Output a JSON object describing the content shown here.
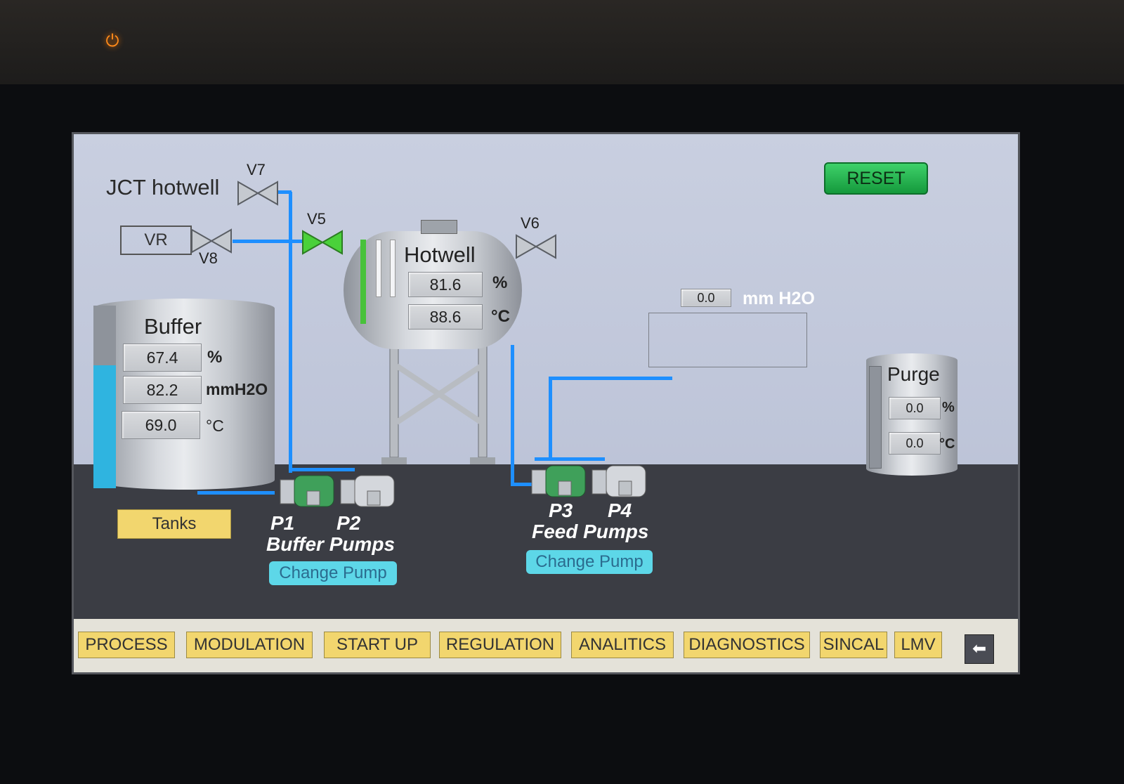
{
  "screen": {
    "reset_label": "RESET",
    "jct_label": "JCT hotwell",
    "vr_label": "VR",
    "valves": {
      "v7": "V7",
      "v8": "V8",
      "v5": "V5",
      "v6": "V6"
    },
    "hotwell": {
      "title": "Hotwell",
      "level": "81.6",
      "level_unit": "%",
      "temp": "88.6",
      "temp_unit": "°C"
    },
    "buffer": {
      "title": "Buffer",
      "level": "67.4",
      "level_unit": "%",
      "pressure": "82.2",
      "pressure_unit": "mmH2O",
      "temp": "69.0",
      "temp_unit": "°C",
      "level_fraction": 0.674
    },
    "pressure_readout": {
      "value": "0.0",
      "unit": "mm H2O"
    },
    "purge": {
      "title": "Purge",
      "level": "0.0",
      "level_unit": "%",
      "temp": "0.0",
      "temp_unit": "°C"
    },
    "tanks_label": "Tanks",
    "buffer_pumps": {
      "p1": "P1",
      "p2": "P2",
      "title": "Buffer Pumps",
      "change_label": "Change Pump"
    },
    "feed_pumps": {
      "p3": "P3",
      "p4": "P4",
      "title": "Feed Pumps",
      "change_label": "Change Pump"
    }
  },
  "nav": {
    "items": [
      "PROCESS",
      "MODULATION",
      "START UP",
      "REGULATION",
      "ANALITICS",
      "DIAGNOSTICS",
      "SINCAL",
      "LMV"
    ],
    "back_icon": "arrow-left-icon"
  },
  "colors": {
    "pipe": "#1e8fff",
    "reset": "#19b34a",
    "valve_open": "#4ad13a",
    "nav_button": "#f2d66e",
    "change_pump": "#5dd7e8",
    "buffer_level": "#2fb4e0"
  }
}
